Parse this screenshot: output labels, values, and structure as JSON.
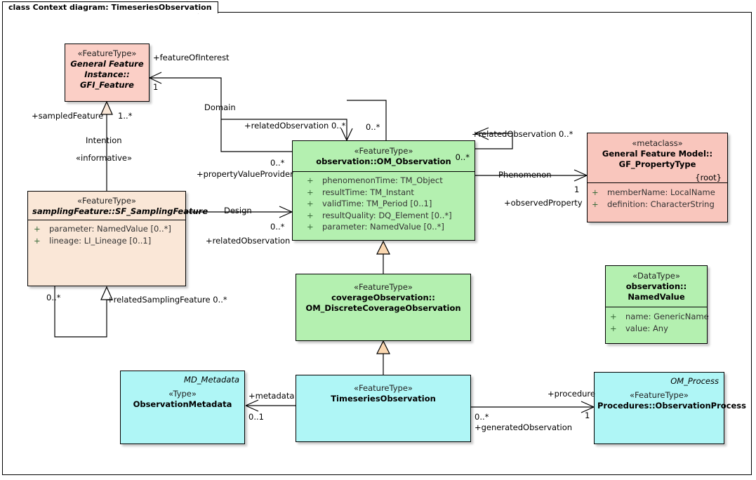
{
  "diagram": {
    "tab_label": "class Context diagram: TimeseriesObservation"
  },
  "classes": [
    {
      "id": "gfi_feature",
      "stereotype": "«FeatureType»",
      "name_lines": [
        "General Feature",
        "Instance::",
        "GFI_Feature"
      ],
      "italic_name": true,
      "color": "#fbcfc6",
      "attributes": []
    },
    {
      "id": "sf_samplingfeature",
      "stereotype": "«FeatureType»",
      "name_lines": [
        "samplingFeature::SF_SamplingFeature"
      ],
      "italic_name": true,
      "color": "#fae7d7",
      "attributes": [
        {
          "vis": "+",
          "text": "parameter: NamedValue [0..*]"
        },
        {
          "vis": "+",
          "text": "lineage: LI_Lineage [0..1]"
        }
      ]
    },
    {
      "id": "om_observation",
      "stereotype": "«FeatureType»",
      "name_lines": [
        "observation::OM_Observation"
      ],
      "italic_name": false,
      "color": "#b4f0b0",
      "corner_multiplicity": "0..*",
      "attributes": [
        {
          "vis": "+",
          "text": "phenomenonTime: TM_Object"
        },
        {
          "vis": "+",
          "text": "resultTime: TM_Instant"
        },
        {
          "vis": "+",
          "text": "validTime: TM_Period [0..1]"
        },
        {
          "vis": "+",
          "text": "resultQuality: DQ_Element [0..*]"
        },
        {
          "vis": "+",
          "text": "parameter: NamedValue [0..*]"
        }
      ]
    },
    {
      "id": "gf_propertytype",
      "stereotype": "«metaclass»",
      "name_lines": [
        "General Feature Model::",
        "GF_PropertyType"
      ],
      "italic_name": false,
      "color": "#fbcfc6",
      "root_marker": "{root}",
      "attributes": [
        {
          "vis": "+",
          "text": "memberName: LocalName"
        },
        {
          "vis": "+",
          "text": "definition: CharacterString"
        }
      ]
    },
    {
      "id": "om_discretecoverageobservation",
      "stereotype": "«FeatureType»",
      "name_lines": [
        "coverageObservation::",
        "OM_DiscreteCoverageObservation"
      ],
      "italic_name": false,
      "color": "#b4f0b0",
      "attributes": []
    },
    {
      "id": "namedvalue",
      "stereotype": "«DataType»",
      "name_lines": [
        "observation::",
        "NamedValue"
      ],
      "italic_name": false,
      "color": "#b4f0b0",
      "attributes": [
        {
          "vis": "+",
          "text": "name: GenericName"
        },
        {
          "vis": "+",
          "text": "value: Any"
        }
      ]
    },
    {
      "id": "observationmetadata",
      "tag": "MD_Metadata",
      "stereotype": "«Type»",
      "name_lines": [
        "ObservationMetadata"
      ],
      "italic_name": false,
      "color": "#aff6f6",
      "attributes": []
    },
    {
      "id": "timeseriesobservation",
      "stereotype": "«FeatureType»",
      "name_lines": [
        "TimeseriesObservation"
      ],
      "italic_name": false,
      "color": "#aff6f6",
      "attributes": []
    },
    {
      "id": "observationprocess",
      "tag": "OM_Process",
      "stereotype": "«FeatureType»",
      "name_lines": [
        "Procedures::ObservationProcess"
      ],
      "italic_name": false,
      "color": "#aff6f6",
      "attributes": []
    }
  ],
  "labels": {
    "feature_of_interest": "+featureOfInterest",
    "foi_mult": "1",
    "sampled_feature": "+sampledFeature",
    "sampled_mult": "1..*",
    "intention": "Intention",
    "informative": "«informative»",
    "domain": "Domain",
    "related_observation_left": "+relatedObservation 0..*",
    "self_mult_top": "0..*",
    "related_observation_right": "+relatedObservation 0..*",
    "property_value_provider": "+propertyValueProvider",
    "pvp_mult": "0..*",
    "design": "Design",
    "design_mult": "0..*",
    "related_observation_design": "+relatedObservation",
    "phenomenon": "Phenomenon",
    "phenomenon_mult": "1",
    "observed_property": "+observedProperty",
    "sf_self_mult": "0..*",
    "related_sampling_feature": "+relatedSamplingFeature 0..*",
    "metadata": "+metadata",
    "metadata_mult": "0..1",
    "procedure": "+procedure",
    "procedure_mult": "1",
    "generated_observation_mult": "0..*",
    "generated_observation": "+generatedObservation"
  }
}
